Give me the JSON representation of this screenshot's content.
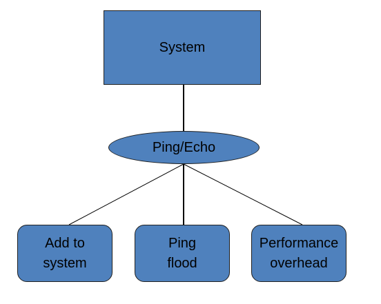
{
  "diagram": {
    "root": {
      "label": "System"
    },
    "middle": {
      "label": "Ping/Echo"
    },
    "children": [
      {
        "label": "Add to\nsystem"
      },
      {
        "label": "Ping\nflood"
      },
      {
        "label": "Performance\noverhead"
      }
    ]
  },
  "colors": {
    "node_fill": "#4f81bd",
    "node_border": "#1f1f1f",
    "connector": "#000000"
  }
}
